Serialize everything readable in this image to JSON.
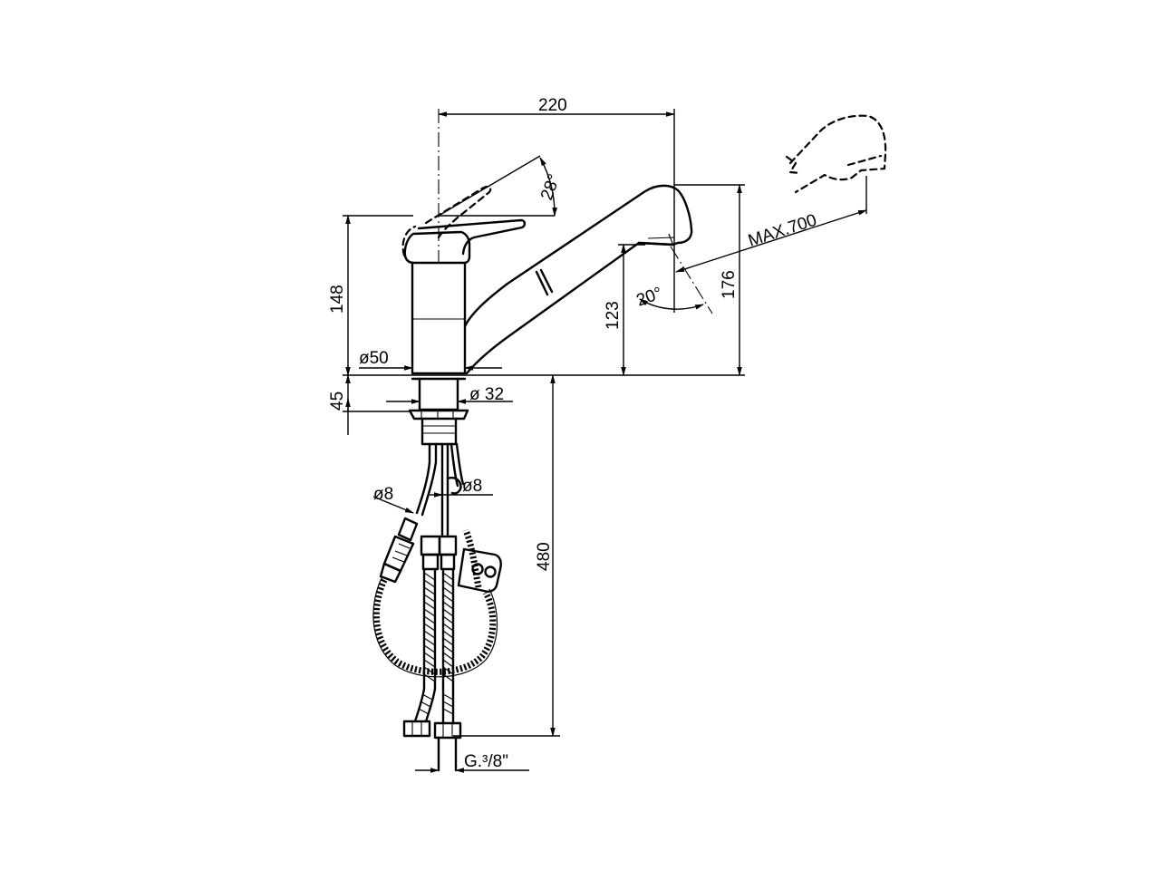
{
  "dimensions": {
    "width_220": "220",
    "handle_angle": "28°",
    "height_148": "148",
    "diameter_50": "ø50",
    "height_45": "45",
    "diameter_32": "ø 32",
    "spout_reach": "MAX.700",
    "height_176": "176",
    "height_123": "123",
    "spray_angle": "20°",
    "hose_diameter_left": "ø8",
    "hose_diameter_right": "ø8",
    "hose_length_480": "480",
    "thread": "G.³/8\""
  }
}
